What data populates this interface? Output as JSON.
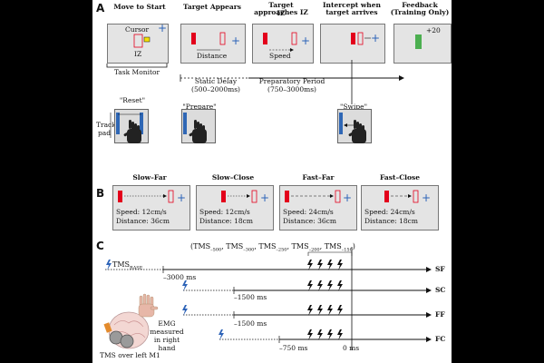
{
  "panel_labels": {
    "a": "A",
    "b": "B",
    "c": "C"
  },
  "stages": [
    {
      "title": "Move to Start"
    },
    {
      "title": "Target Appears"
    },
    {
      "title": "Target approaches IZ"
    },
    {
      "title": "Intercept when target arrives"
    },
    {
      "title": "Feedback (Training Only)"
    }
  ],
  "stage_box_labels": {
    "cursor": "Cursor",
    "iz": "IZ",
    "distance": "Distance",
    "iz2": "IZ",
    "speed": "Speed",
    "points": "+20"
  },
  "task_monitor": "Task Monitor",
  "static_delay": {
    "label": "Static Delay",
    "range": "(500–2000ms)"
  },
  "prep_period": {
    "label": "Preparatory Period",
    "range": "(750–3000ms)"
  },
  "trackpad": {
    "label_line1": "Track",
    "label_line2": "pad",
    "distance": "4cm",
    "reset": "\"Reset\"",
    "prepare": "\"Prepare\"",
    "swipe": "\"Swipe\""
  },
  "conditions": [
    {
      "title": "Slow–Far",
      "speed": "Speed: 12cm/s",
      "distance": "Distance: 36cm"
    },
    {
      "title": "Slow–Close",
      "speed": "Speed: 12cm/s",
      "distance": "Distance: 18cm"
    },
    {
      "title": "Fast–Far",
      "speed": "Speed: 24cm/s",
      "distance": "Distance: 36cm"
    },
    {
      "title": "Fast–Close",
      "speed": "Speed: 24cm/s",
      "distance": "Distance: 18cm"
    }
  ],
  "tms": {
    "header_prefix": "(TMS",
    "sub1": "–500",
    "sep": ", TMS",
    "sub2": "–300",
    "sub3": "–250",
    "sub4": "–200",
    "sub5": "–150",
    "close": ")",
    "base_main": "TMS",
    "base_sub": "BASE",
    "t3000": "–3000 ms",
    "t1500a": "–1500 ms",
    "t1500b": "–1500 ms",
    "t750": "–750 ms",
    "t0": "0 ms",
    "emg": "EMG measured in right hand",
    "tms_site": "TMS over left M1"
  },
  "row_labels": [
    "SF",
    "SC",
    "FF",
    "FC"
  ],
  "colors": {
    "target_red": "#e3001b",
    "cursor_blue": "#2d63b8",
    "pad_blue": "#2f67b5",
    "feedback_green": "#4caf50",
    "bolt_blue": "#2d63b8"
  }
}
